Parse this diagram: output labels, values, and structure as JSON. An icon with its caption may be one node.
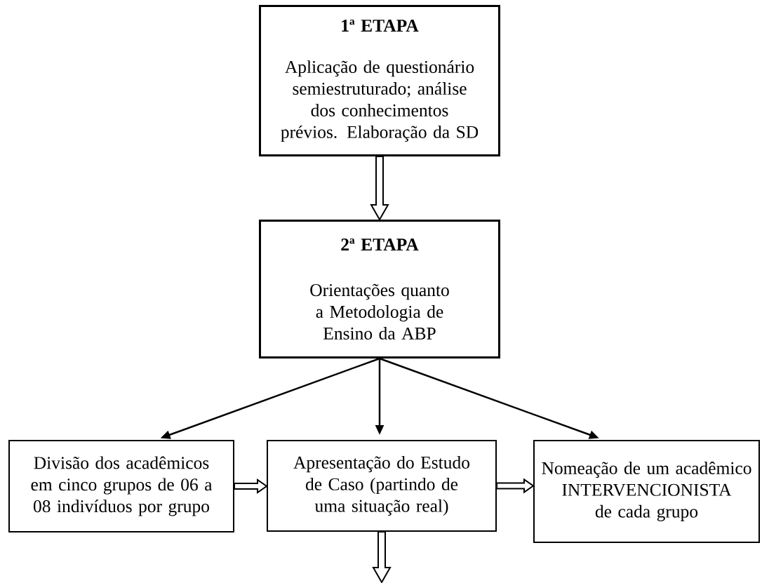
{
  "diagram": {
    "nodes": [
      {
        "text": [
          "1ª ETAPA",
          "Aplicação de questionário semiestruturado; análise dos conhecimentos prévios. Elaboração da SD"
        ]
      },
      {
        "text": [
          "2ª ETAPA",
          "Orientações quanto a Metodologia de Ensino da ABP"
        ]
      },
      {
        "text": [
          "Divisão dos acadêmicos em cinco grupos de 06 a 08 indivíduos por grupo"
        ]
      },
      {
        "text": [
          "Apresentação do Estudo de Caso (partindo de uma situação real)"
        ]
      },
      {
        "text": [
          "Nomeação de um acadêmico INTERVENCIONISTA de cada grupo"
        ]
      }
    ],
    "edges": [
      {
        "from": 0,
        "to": 1,
        "arrow": "to",
        "style": "thick"
      },
      {
        "from": 1,
        "to": 2,
        "arrow": "to"
      },
      {
        "from": 1,
        "to": 3,
        "arrow": "to"
      },
      {
        "from": 1,
        "to": 4,
        "arrow": "to"
      },
      {
        "from": 2,
        "to": 3,
        "arrow": "to",
        "style": "thick"
      },
      {
        "from": 3,
        "to": 4,
        "arrow": "to",
        "style": "thick"
      },
      {
        "from": 3,
        "to": null,
        "arrow": "to",
        "style": "thick"
      }
    ]
  }
}
